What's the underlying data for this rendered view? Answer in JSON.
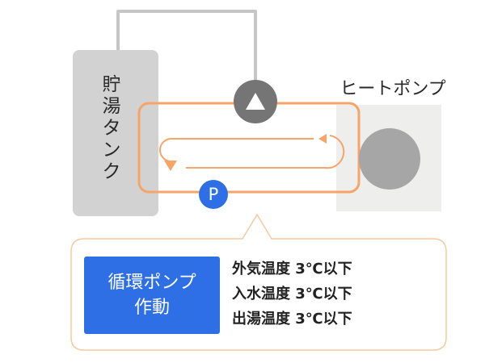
{
  "diagram": {
    "tank_label": "貯湯タンク",
    "heatpump_label": "ヒートポンプ",
    "pump_symbol": "P",
    "icons": {
      "upper_pump": "triangle-pump-icon",
      "heatpump_fan": "fan-circle-icon",
      "flow_arrows": "flow-arrow-icon"
    }
  },
  "callout": {
    "title_line1": "循環ポンプ",
    "title_line2": "作動",
    "conditions": [
      "外気温度 3℃以下",
      "入水温度 3℃以下",
      "出湯温度 3℃以下"
    ]
  },
  "colors": {
    "orange": "#f6a467",
    "blue": "#2f6fe6",
    "tank_gray": "#d2d2d2",
    "pump_dark": "#757575"
  }
}
